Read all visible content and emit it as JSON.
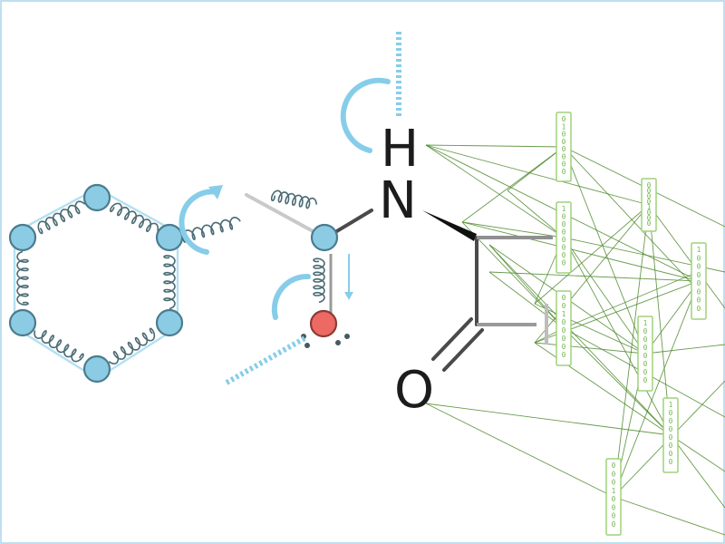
{
  "atoms": {
    "hydrogen": "H",
    "nitrogen": "N",
    "oxygen": "O"
  },
  "colors": {
    "frame": "#a9d6ea",
    "ring_atom": "#8ccbe4",
    "ring_atom_stroke": "#4b7c8e",
    "spring": "#4a6b74",
    "rotation_arc": "#87cde9",
    "oxygen_atom": "#ec6a63",
    "bond": "#4a4a4a",
    "network_line": "#4f8a2d",
    "network_node": "#9fd27a"
  },
  "network": {
    "nodes": [
      {
        "id": "n1",
        "bits": [
          "0",
          "1",
          "0",
          "0",
          "0",
          "0",
          "0",
          "0"
        ]
      },
      {
        "id": "n2",
        "bits": [
          "1",
          "0",
          "0",
          "0",
          "0",
          "0",
          "0",
          "0"
        ]
      },
      {
        "id": "n3",
        "bits": [
          "0",
          "0",
          "1",
          "0",
          "0",
          "0",
          "0",
          "0"
        ]
      },
      {
        "id": "n4",
        "bits": [
          "0",
          "0",
          "0",
          "0",
          "1",
          "0",
          "0",
          "0"
        ]
      },
      {
        "id": "n5",
        "bits": [
          "1",
          "0",
          "0",
          "0",
          "0",
          "0",
          "0",
          "0"
        ]
      },
      {
        "id": "n6",
        "bits": [
          "1",
          "0",
          "0",
          "0",
          "0",
          "0",
          "0",
          "0"
        ]
      },
      {
        "id": "n7",
        "bits": [
          "1",
          "0",
          "0",
          "0",
          "0",
          "0",
          "0",
          "0"
        ]
      },
      {
        "id": "n8",
        "bits": [
          "0",
          "0",
          "0",
          "1",
          "0",
          "0",
          "0",
          "0"
        ]
      }
    ]
  }
}
